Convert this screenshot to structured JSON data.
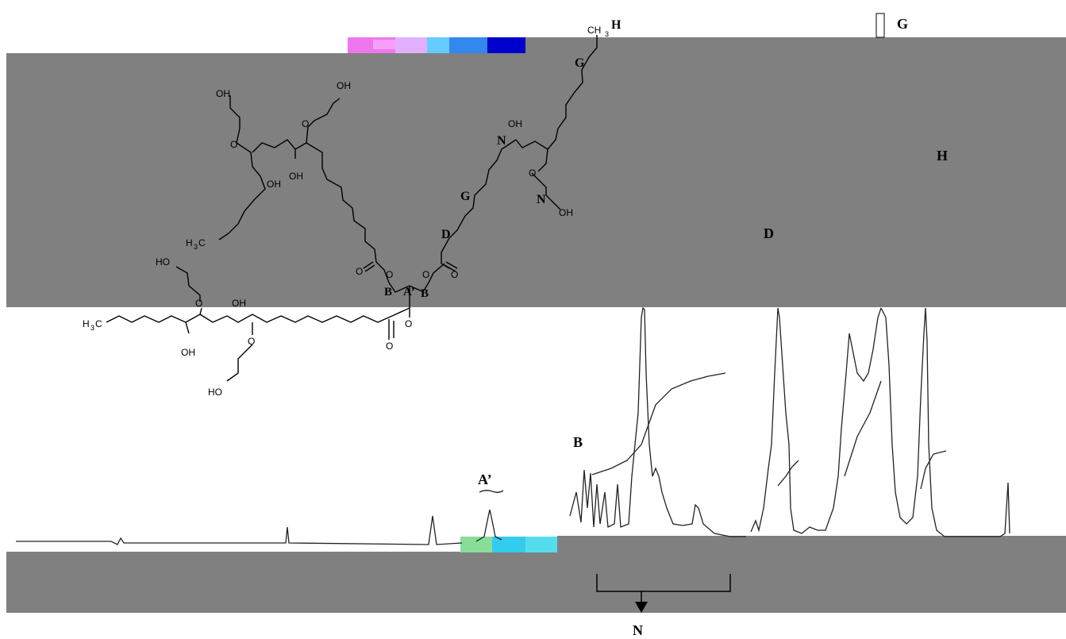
{
  "peak_labels": {
    "H_top": "H",
    "G_top": "G",
    "H_right": "H",
    "D_right": "D",
    "B": "B",
    "A_prime": "A’",
    "N_bottom": "N"
  },
  "structure_labels": {
    "H": "H",
    "G_upper": "G",
    "N_upper": "N",
    "G_mid": "G",
    "N_lower": "N",
    "D": "D",
    "B_left": "B",
    "A_prime": "A’",
    "B_right": "B"
  },
  "groups": {
    "ch3": "CH",
    "ch3_sub": "3",
    "h3c_left": "H",
    "h3c_left_sub": "3",
    "h3c_left_c": "C",
    "oh": "OH",
    "ho": "HO",
    "o": "O"
  },
  "colors": {
    "gray_band": "#808080",
    "spectrum_line": "#222222"
  }
}
